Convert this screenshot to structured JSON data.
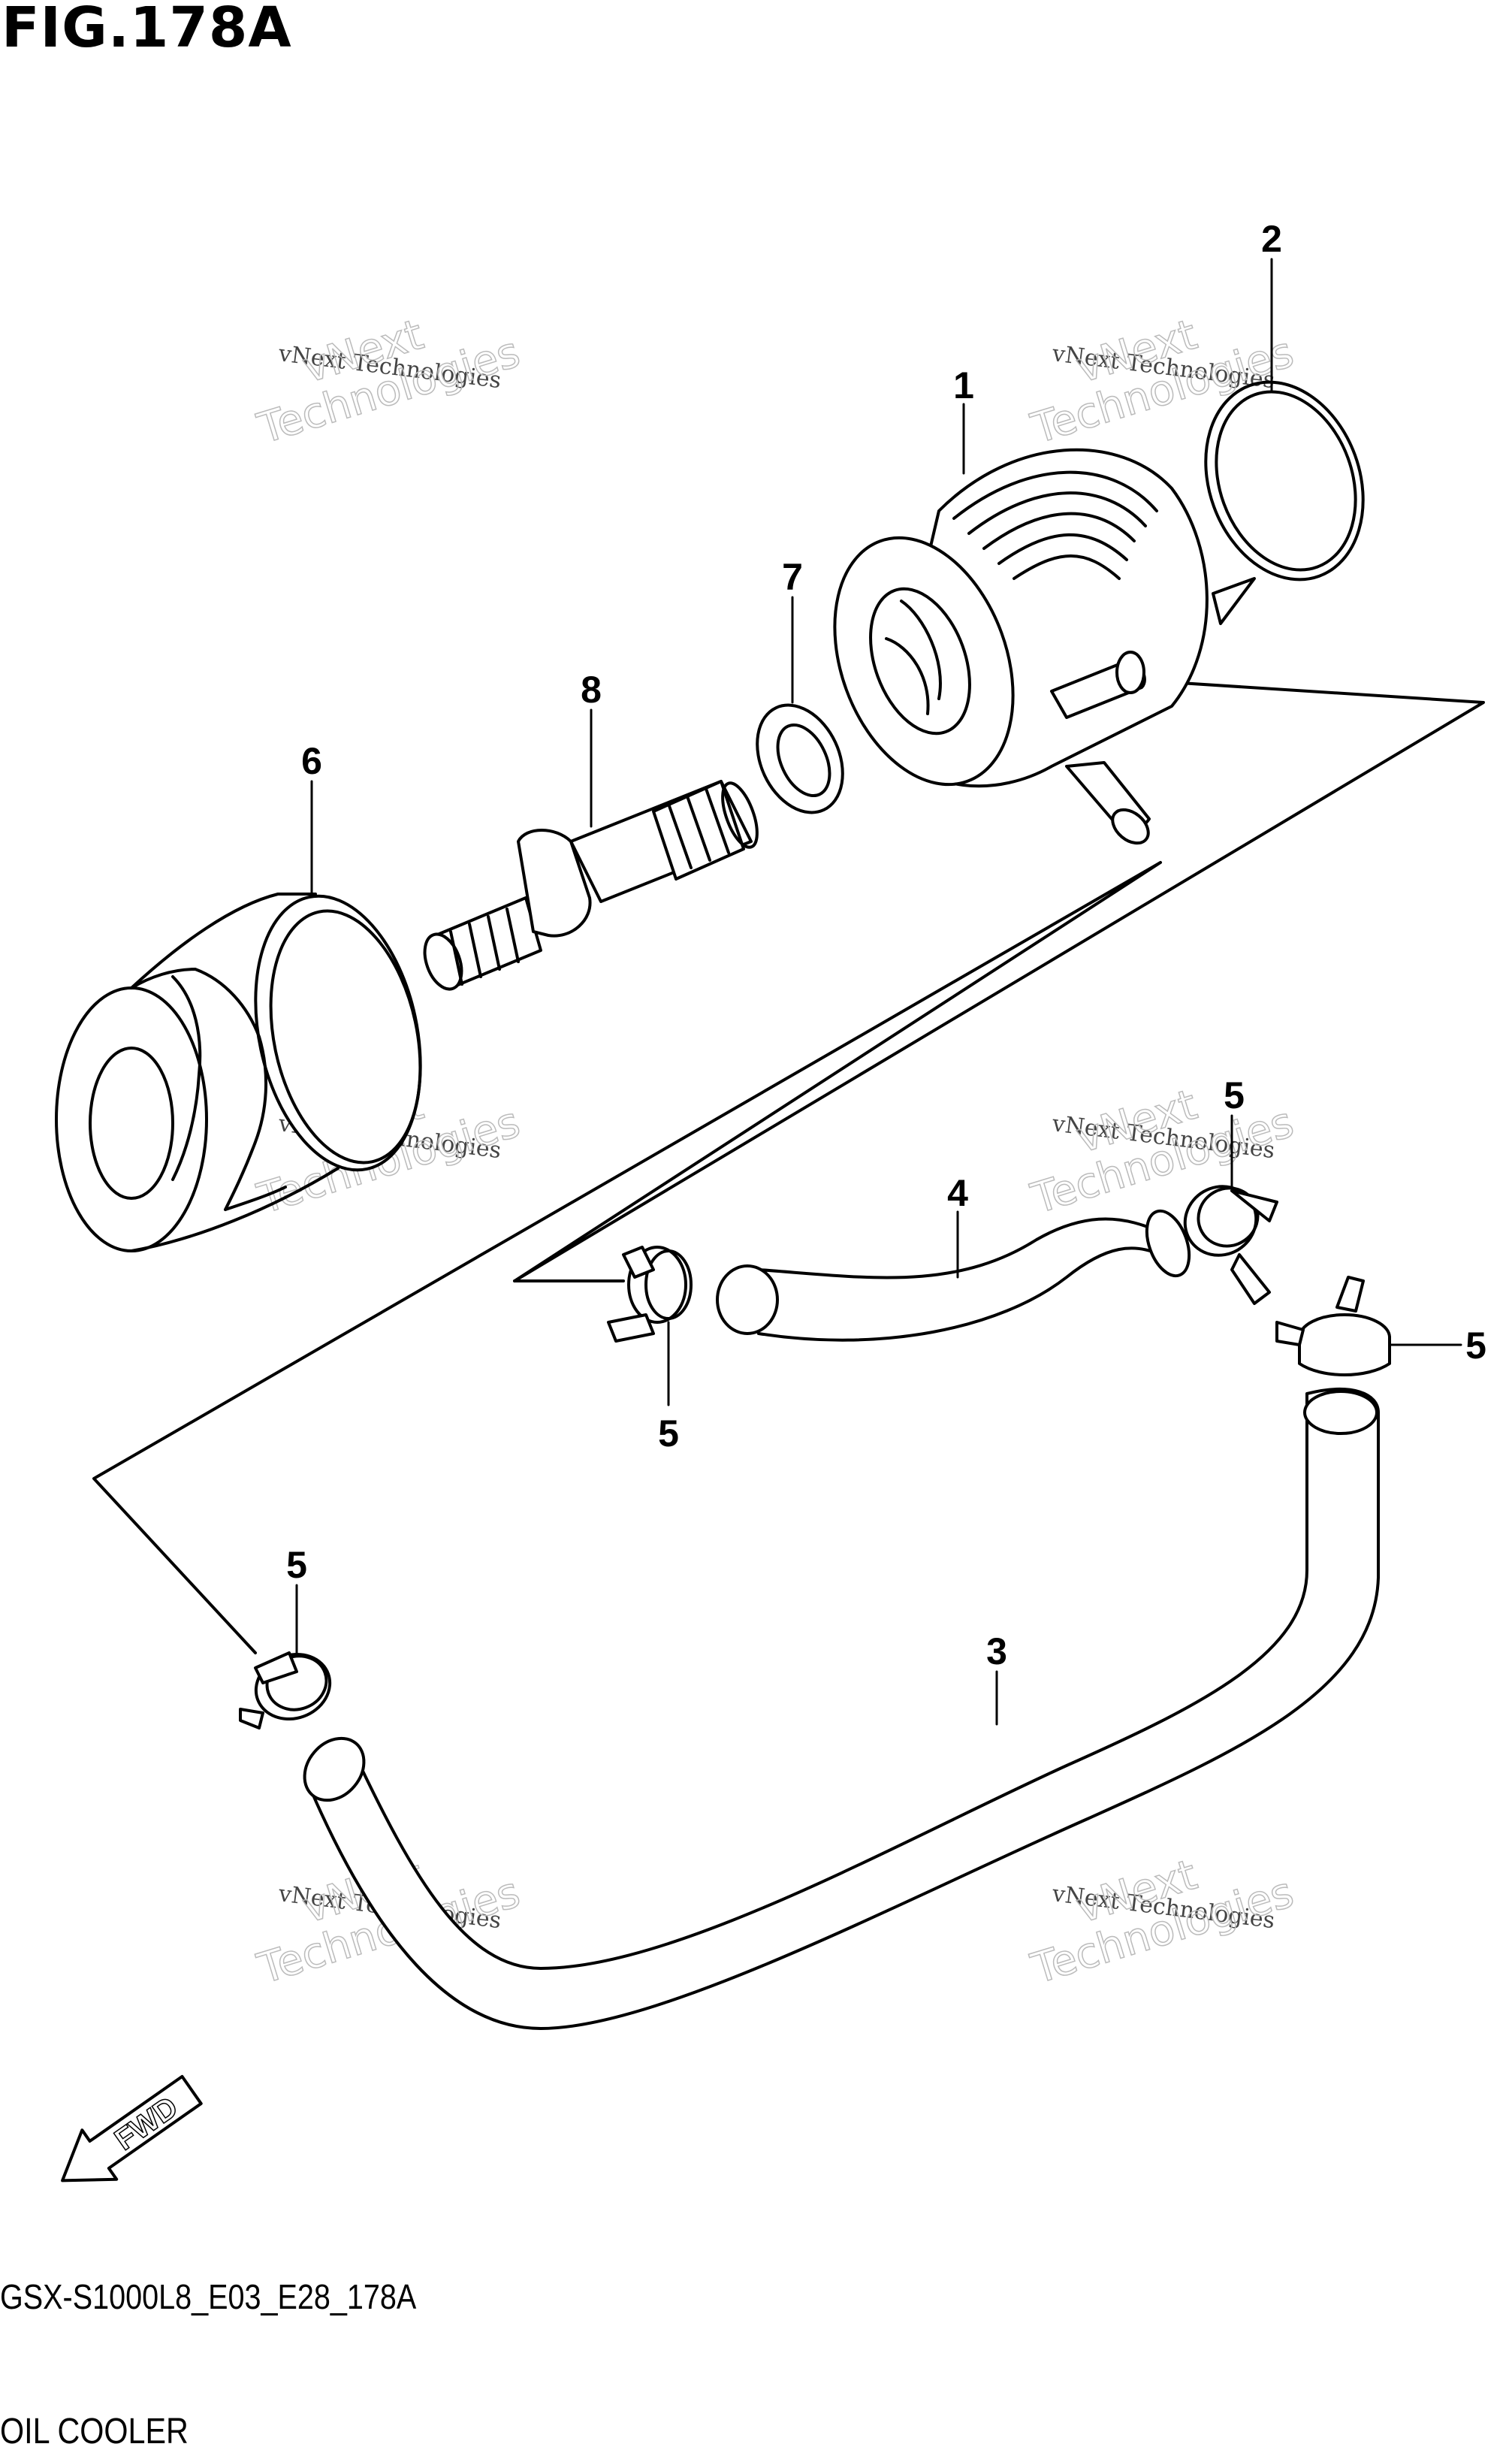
{
  "figure": {
    "title": "FIG.178A",
    "code": "GSX-S1000L8_E03_E28_178A",
    "name": "OIL COOLER"
  },
  "callouts": [
    {
      "id": "c1",
      "label": "1"
    },
    {
      "id": "c2",
      "label": "2"
    },
    {
      "id": "c3",
      "label": "3"
    },
    {
      "id": "c4",
      "label": "4"
    },
    {
      "id": "c5a",
      "label": "5"
    },
    {
      "id": "c5b",
      "label": "5"
    },
    {
      "id": "c5c",
      "label": "5"
    },
    {
      "id": "c5d",
      "label": "5"
    },
    {
      "id": "c6",
      "label": "6"
    },
    {
      "id": "c7",
      "label": "7"
    },
    {
      "id": "c8",
      "label": "8"
    }
  ],
  "fwd_arrow": {
    "label": "FWD"
  },
  "watermark": {
    "line1": "vNext Technologies",
    "line2": "vNext",
    "line3": "Technologies"
  }
}
